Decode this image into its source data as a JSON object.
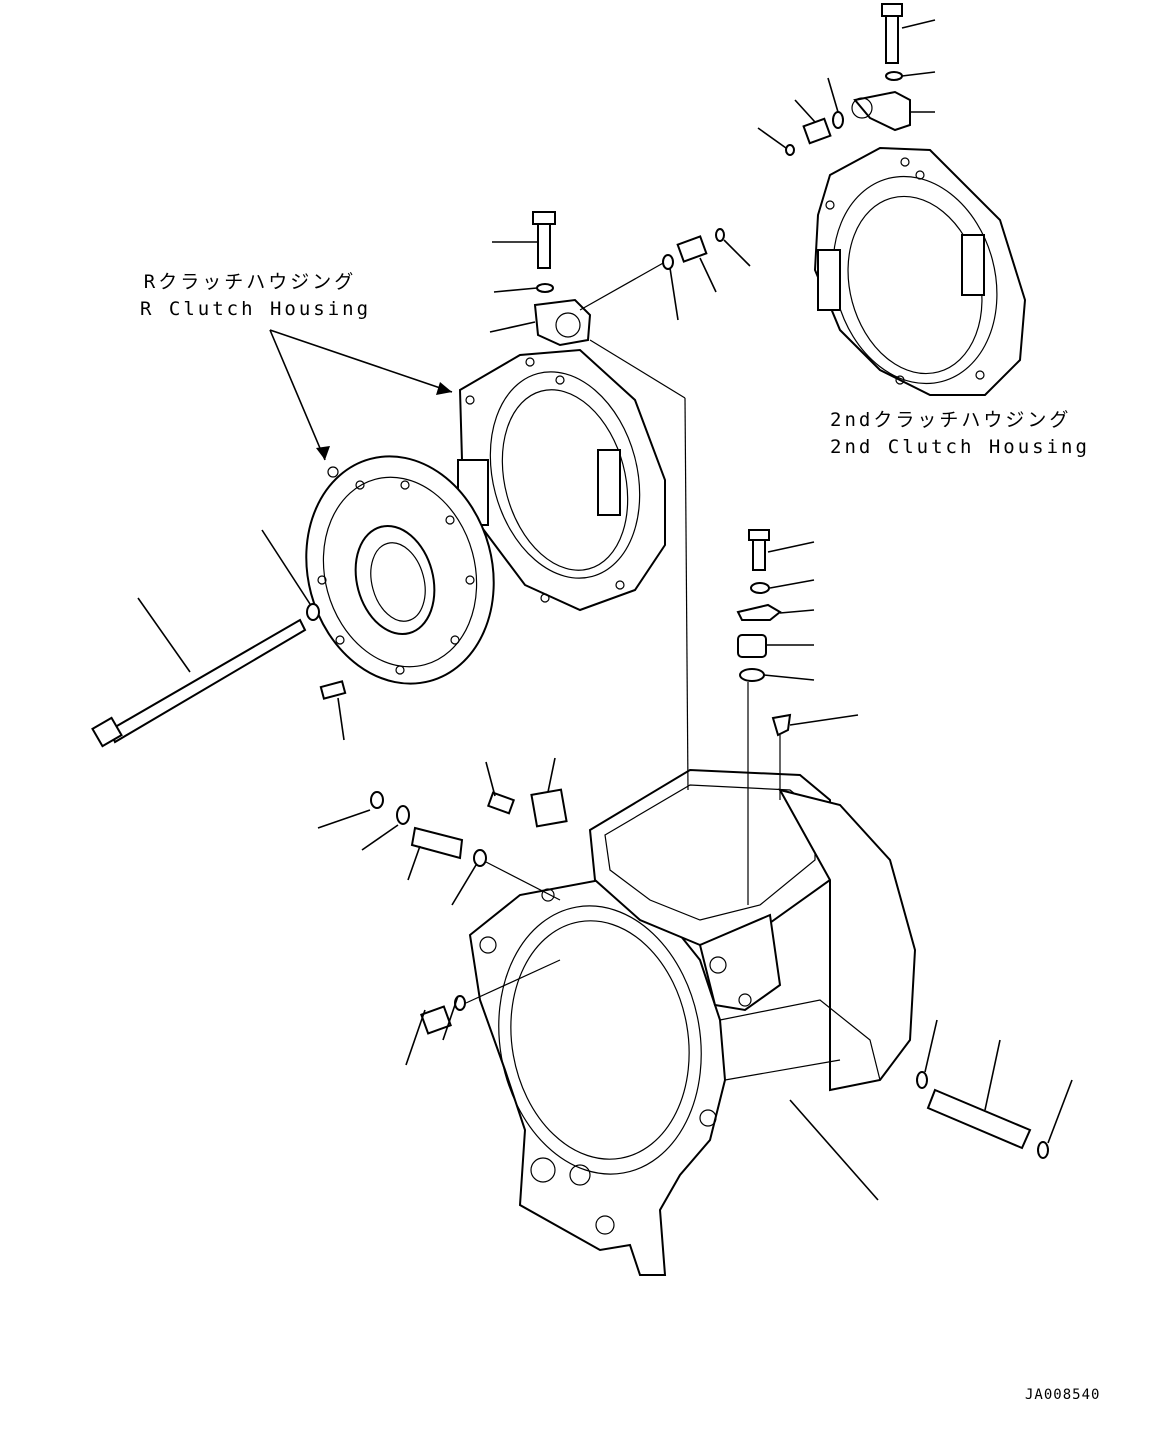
{
  "labels": {
    "r_clutch_ja": "Rクラッチハウジング",
    "r_clutch_en": "R Clutch Housing",
    "second_clutch_ja": "2ndクラッチハウジング",
    "second_clutch_en": "2nd Clutch Housing"
  },
  "drawing_code": "JA008540",
  "colors": {
    "line": "#000000",
    "background": "#ffffff"
  }
}
